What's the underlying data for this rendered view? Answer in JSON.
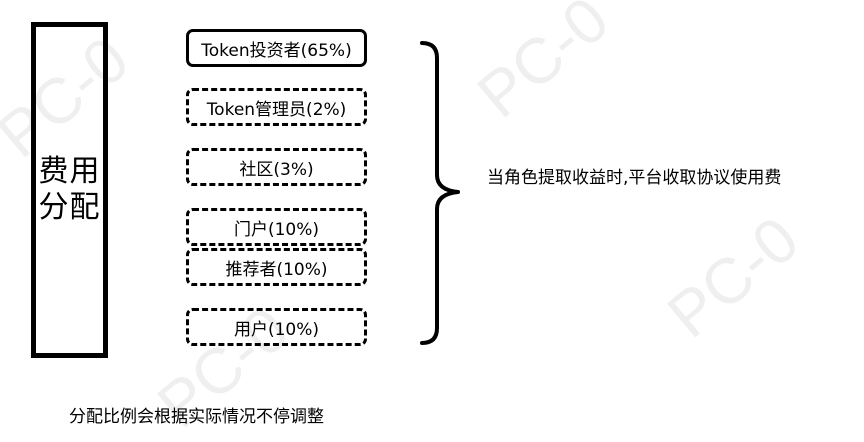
{
  "title": "费用分配",
  "shares": [
    {
      "label": "Token投资者(65%)",
      "style": "solid"
    },
    {
      "label": "Token管理员(2%)",
      "style": "dashed"
    },
    {
      "label": "社区(3%)",
      "style": "dashed"
    },
    {
      "label": "门户(10%)",
      "style": "dashed"
    },
    {
      "label": "推荐者(10%)",
      "style": "dashed"
    },
    {
      "label": "用户(10%)",
      "style": "dashed"
    }
  ],
  "note": "当角色提取收益时,平台收取协议使用费",
  "footer": "分配比例会根据实际情况不停调整",
  "watermark": "PC-0"
}
